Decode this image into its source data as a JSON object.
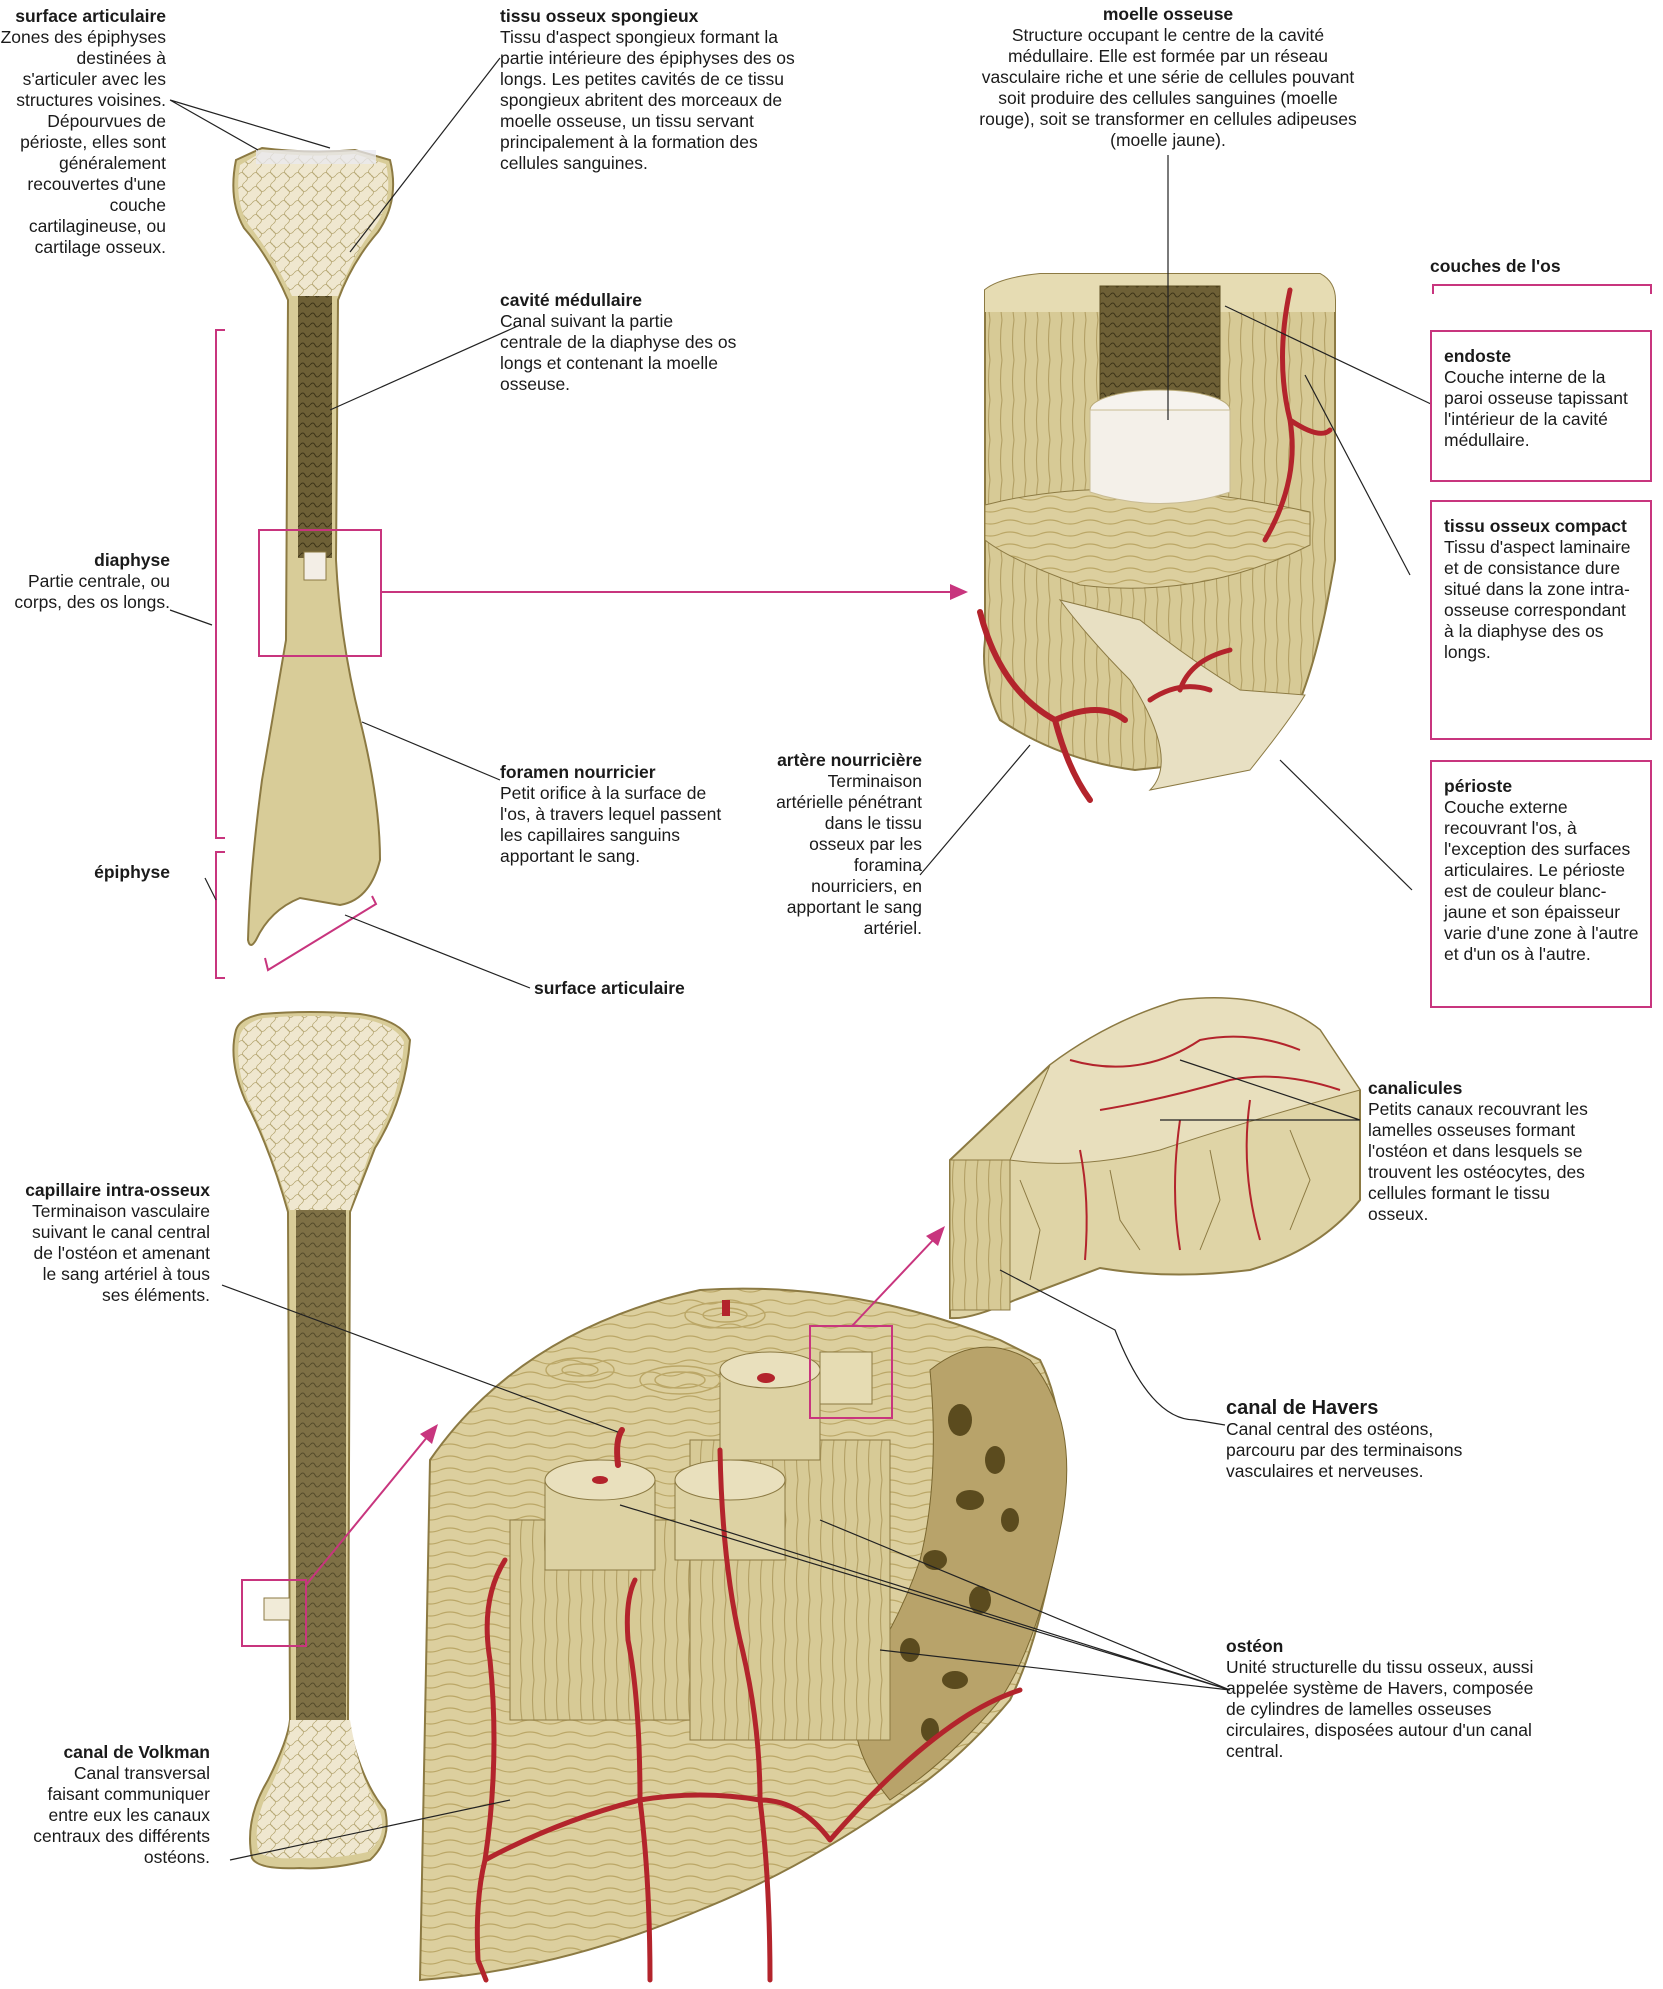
{
  "colors": {
    "accent": "#c8357e",
    "bone": "#d9cf9c",
    "bone_dark": "#9c8a4d",
    "artery": "#b3242c",
    "marrow": "#f3eee6",
    "leader": "#222222"
  },
  "labels": {
    "surface_top": {
      "title": "surface articulaire",
      "desc": "Zones des épiphyses destinées à s'articuler avec les structures voisines. Dépourvues de périoste, elles sont généralement recouvertes d'une couche cartilagineuse, ou cartilage osseux."
    },
    "spongy": {
      "title": "tissu osseux spongieux",
      "desc": "Tissu d'aspect spongieux formant la partie intérieure des épiphyses des os longs. Les petites cavités de ce tissu spongieux abritent des morceaux de moelle osseuse, un tissu servant principalement à la formation des cellules sanguines."
    },
    "marrow": {
      "title": "moelle osseuse",
      "desc": "Structure occupant le centre de la cavité médullaire. Elle est formée par un réseau vasculaire riche et une série de cellules pouvant soit produire des cellules sanguines (moelle rouge), soit se transformer en cellules adipeuses (moelle jaune)."
    },
    "layers_heading": "couches de l'os",
    "medullary": {
      "title": "cavité médullaire",
      "desc": "Canal suivant la partie centrale de la diaphyse des os longs et contenant la moelle osseuse."
    },
    "endosteum": {
      "title": "endoste",
      "desc": "Couche interne de la paroi osseuse tapissant l'intérieur de la cavité médullaire."
    },
    "compact": {
      "title": "tissu osseux compact",
      "desc": "Tissu d'aspect laminaire et de consistance dure situé dans la zone intra-osseuse correspondant à la diaphyse des os longs."
    },
    "diaphysis": {
      "title": "diaphyse",
      "desc": "Partie centrale, ou corps, des os longs."
    },
    "foramen": {
      "title": "foramen nourricier",
      "desc": "Petit orifice à la surface de l'os, à travers lequel passent les capillaires sanguins apportant le sang."
    },
    "artery": {
      "title": "artère nourricière",
      "desc": "Terminaison artérielle pénétrant dans le tissu osseux par les foramina nourriciers, en apportant le sang artériel."
    },
    "periosteum": {
      "title": "périoste",
      "desc": "Couche externe recouvrant l'os, à l'exception des surfaces articulaires. Le périoste est de couleur blanc-jaune et son épaisseur varie d'une zone à l'autre et d'un os à l'autre."
    },
    "epiphysis": {
      "title": "épiphyse"
    },
    "surface_bottom": {
      "title": "surface articulaire"
    },
    "canaliculi": {
      "title": "canalicules",
      "desc": "Petits canaux recouvrant les lamelles osseuses formant l'ostéon et dans lesquels se trouvent les ostéocytes, des cellules formant le tissu osseux."
    },
    "capillary": {
      "title": "capillaire intra-osseux",
      "desc": "Terminaison vasculaire suivant le canal central de l'ostéon et amenant le sang artériel à tous ses éléments."
    },
    "havers": {
      "title": "canal de Havers",
      "desc": "Canal central des ostéons, parcouru par des terminaisons vasculaires et nerveuses."
    },
    "osteon": {
      "title": "ostéon",
      "desc": "Unité structurelle du tissu osseux, aussi appelée système de Havers, composée de cylindres de lamelles osseuses circulaires, disposées autour d'un canal central."
    },
    "volkman": {
      "title": "canal de Volkman",
      "desc": "Canal transversal faisant communiquer entre eux les canaux centraux des différents ostéons."
    }
  }
}
